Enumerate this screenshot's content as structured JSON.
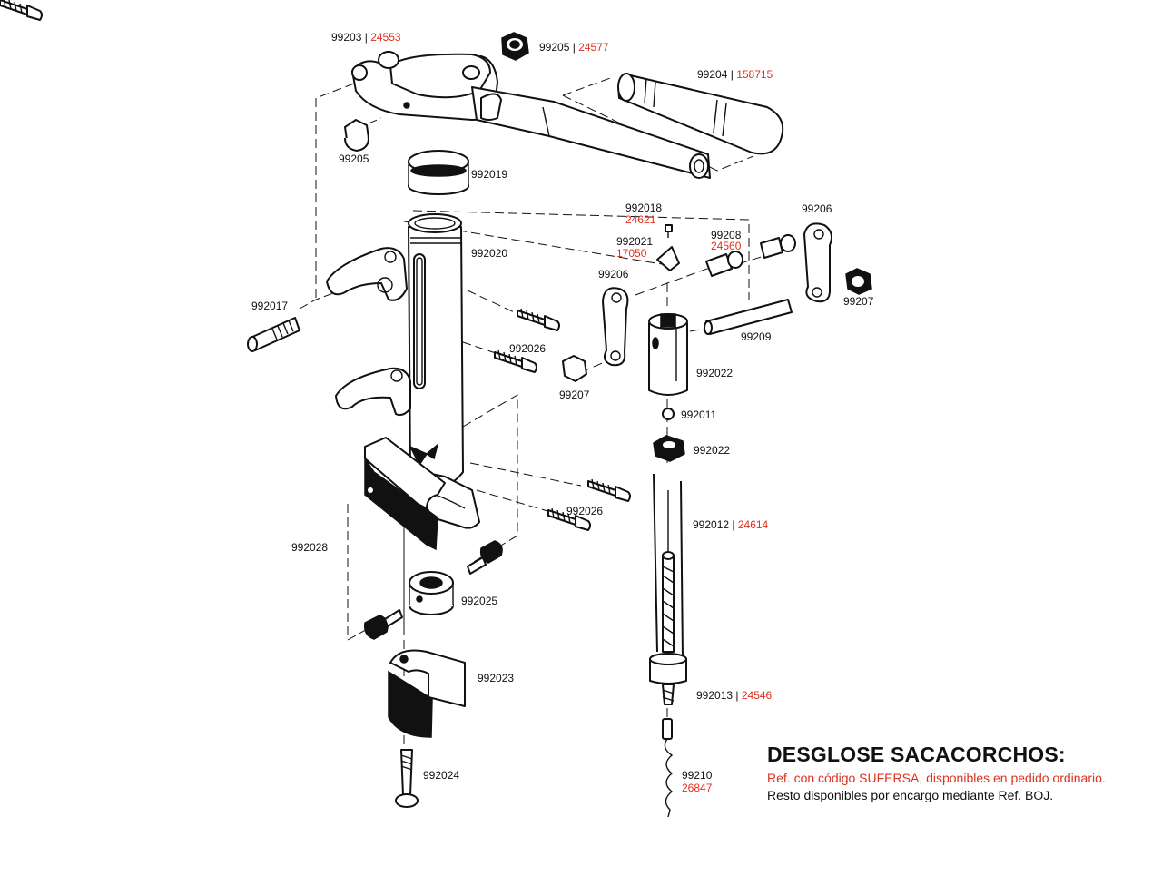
{
  "labels": {
    "l99203": {
      "code": "99203",
      "ref": "24553"
    },
    "l99205a": {
      "code": "99205",
      "ref": "24577"
    },
    "l99204": {
      "code": "99204",
      "ref": "158715"
    },
    "l99205b": {
      "code": "99205"
    },
    "l992019": {
      "code": "992019"
    },
    "l992018": {
      "code": "992018",
      "ref": "24621"
    },
    "l992021": {
      "code": "992021",
      "ref": "17050"
    },
    "l99208": {
      "code": "99208",
      "ref": "24560"
    },
    "l99206a": {
      "code": "99206"
    },
    "l99206b": {
      "code": "99206"
    },
    "l992020": {
      "code": "992020"
    },
    "l992017": {
      "code": "992017"
    },
    "l99207a": {
      "code": "99207"
    },
    "l99207b": {
      "code": "99207"
    },
    "l99209": {
      "code": "99209"
    },
    "l992026a": {
      "code": "992026"
    },
    "l992026b": {
      "code": "992026"
    },
    "l992022a": {
      "code": "992022"
    },
    "l992011": {
      "code": "992011"
    },
    "l992022b": {
      "code": "992022"
    },
    "l992012": {
      "code": "992012",
      "ref": "24614"
    },
    "l992028": {
      "code": "992028"
    },
    "l992025": {
      "code": "992025"
    },
    "l992023": {
      "code": "992023"
    },
    "l992013": {
      "code": "992013",
      "ref": "24546"
    },
    "l992024": {
      "code": "992024"
    },
    "l99210": {
      "code": "99210",
      "ref": "26847"
    }
  },
  "separator": "|",
  "legend": {
    "title": "DESGLOSE SACACORCHOS:",
    "red_line": "Ref. con código SUFERSA, disponibles en pedido ordinario.",
    "black_line": "Resto disponibles por encargo mediante Ref. BOJ."
  },
  "colors": {
    "ref_red": "#e0301e",
    "line": "#111111"
  }
}
